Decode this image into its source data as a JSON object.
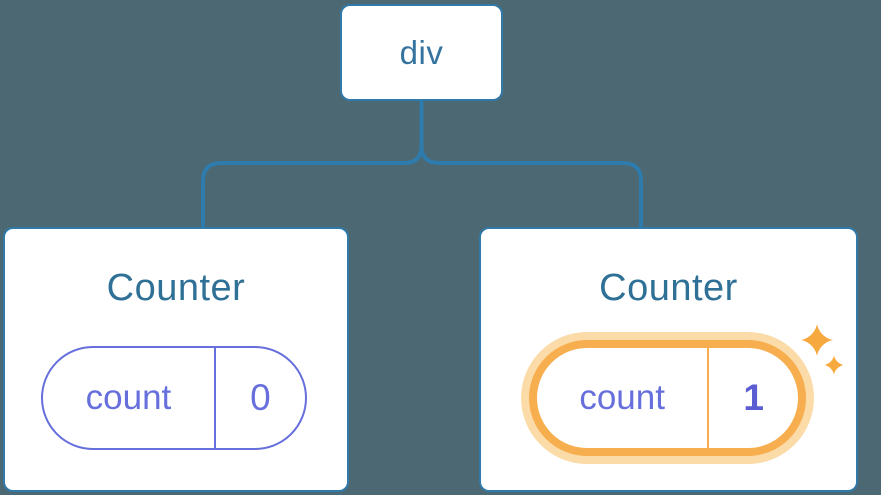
{
  "diagram": {
    "description": "Component tree: div root with two Counter children holding count state",
    "root": {
      "label": "div"
    },
    "children": [
      {
        "title": "Counter",
        "state": {
          "name": "count",
          "value": "0"
        },
        "highlighted": false
      },
      {
        "title": "Counter",
        "state": {
          "name": "count",
          "value": "1"
        },
        "highlighted": true
      }
    ]
  },
  "icons": {
    "sparkles": "sparkles-icon (two four-point stars marking updated state)"
  },
  "colors": {
    "background": "#4C6872",
    "node_fill": "#FFFFFF",
    "node_border": "#3179A8",
    "connector": "#2E7BAD",
    "root_label_text": "#35749E",
    "title_text": "#2F7096",
    "state_purple": "#666FDC",
    "state_value_bold_purple": "#5B5ED2",
    "highlight_orange": "#F7AE4F",
    "highlight_glow": "#FBDCA8",
    "sparkle_orange": "#F6A93F"
  }
}
